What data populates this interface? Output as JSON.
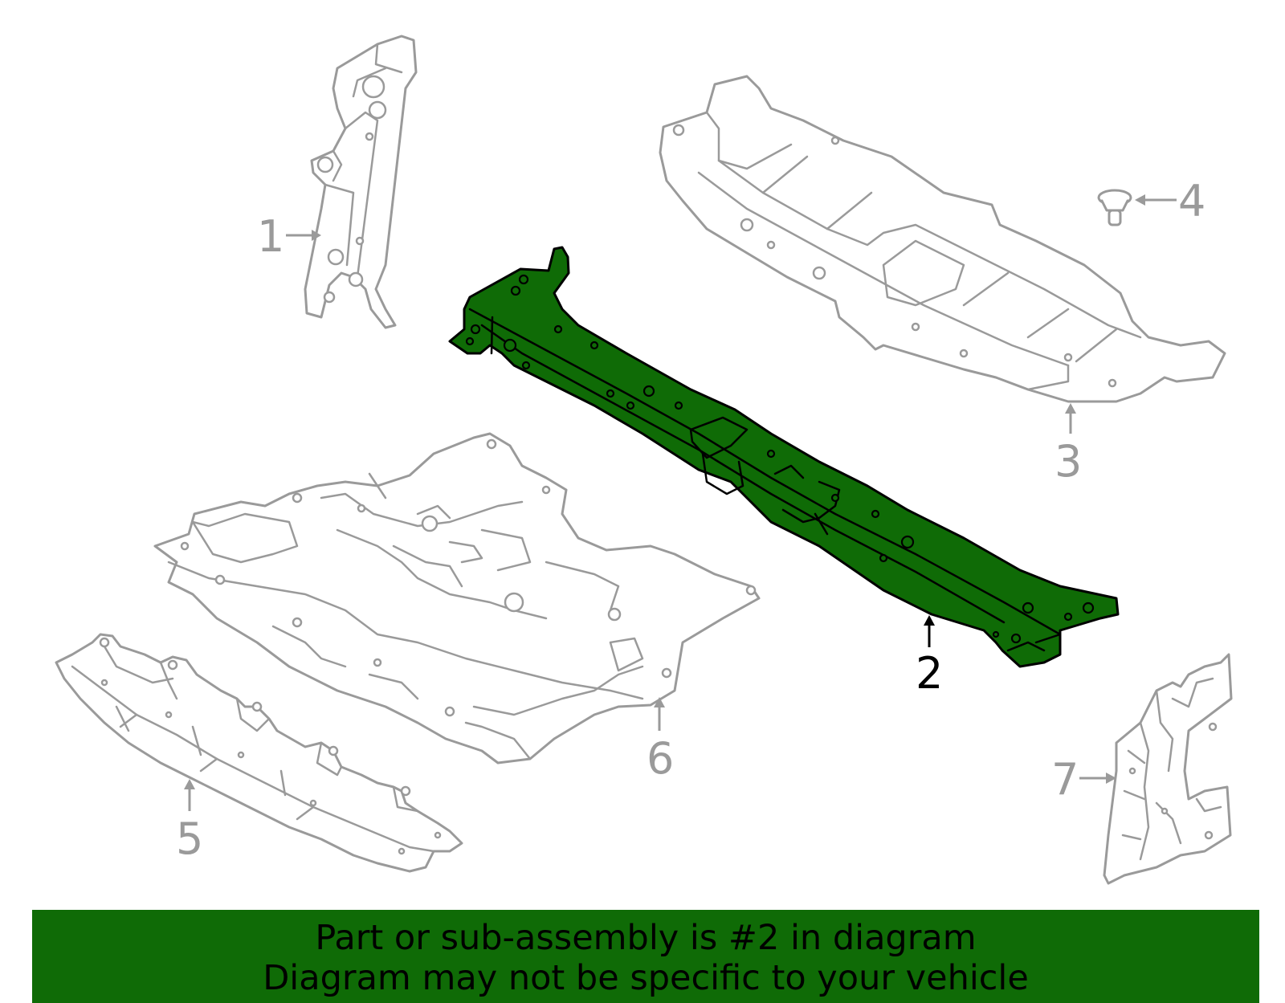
{
  "diagram": {
    "callouts": [
      {
        "number": "1",
        "highlighted": false
      },
      {
        "number": "2",
        "highlighted": true
      },
      {
        "number": "3",
        "highlighted": false
      },
      {
        "number": "4",
        "highlighted": false
      },
      {
        "number": "5",
        "highlighted": false
      },
      {
        "number": "6",
        "highlighted": false
      },
      {
        "number": "7",
        "highlighted": false
      }
    ],
    "highlighted_part": "2",
    "colors": {
      "highlight_fill": "#0f6b06",
      "part_outline": "#9a9a9a",
      "banner_background": "#0f6b06",
      "banner_text": "#000000"
    }
  },
  "banner": {
    "line1": "Part or sub-assembly is #2 in diagram",
    "line2": "Diagram may not be specific to your vehicle"
  }
}
